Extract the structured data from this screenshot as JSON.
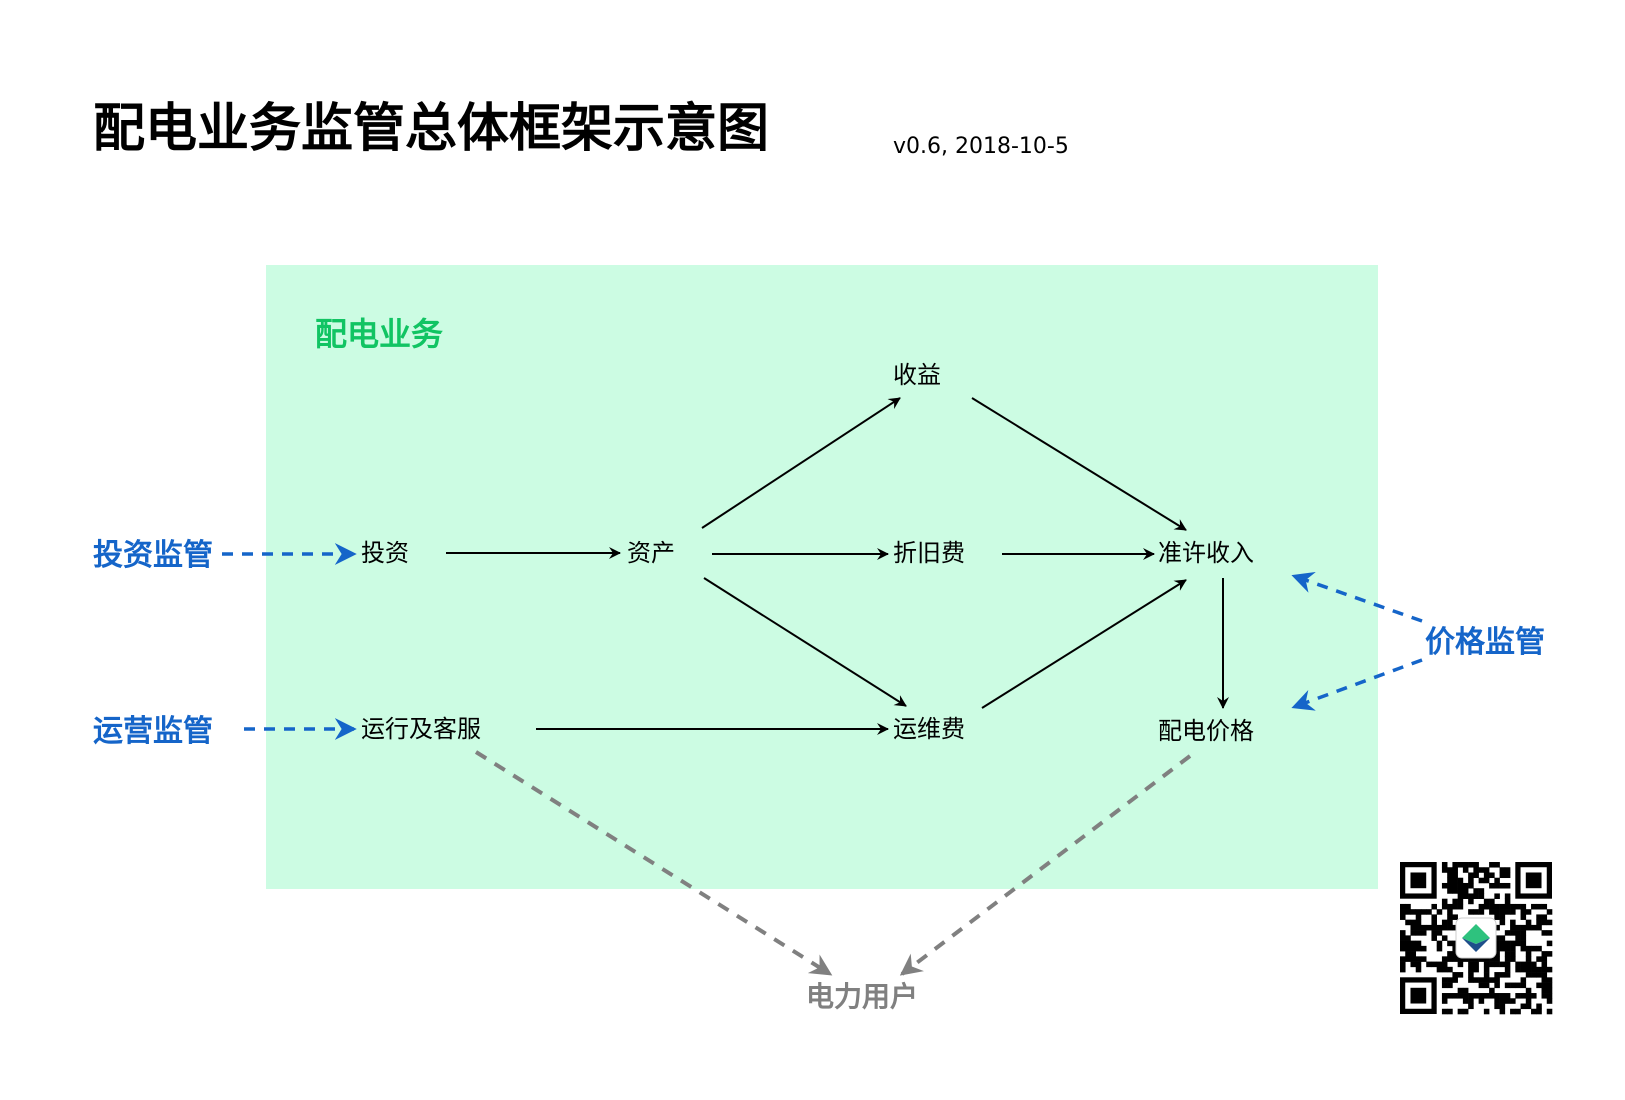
{
  "header": {
    "title": "配电业务监管总体框架示意图",
    "version": "v0.6, 2018-10-5"
  },
  "colors": {
    "region_fill": "#ccfce3",
    "region_label": "#11c463",
    "regulation_blue": "#1565c9",
    "user_gray": "#808080"
  },
  "region": {
    "label": "配电业务"
  },
  "nodes": {
    "investment": "投资",
    "assets": "资产",
    "returns": "收益",
    "depreciation": "折旧费",
    "allowed_revenue": "准许收入",
    "operation_service": "运行及客服",
    "om_cost": "运维费",
    "distribution_price": "配电价格"
  },
  "regulation": {
    "investment_regulation": "投资监管",
    "operation_regulation": "运营监管",
    "price_regulation": "价格监管"
  },
  "users": {
    "power_users": "电力用户"
  },
  "icons": {
    "qr_code": "qr-code-icon"
  }
}
